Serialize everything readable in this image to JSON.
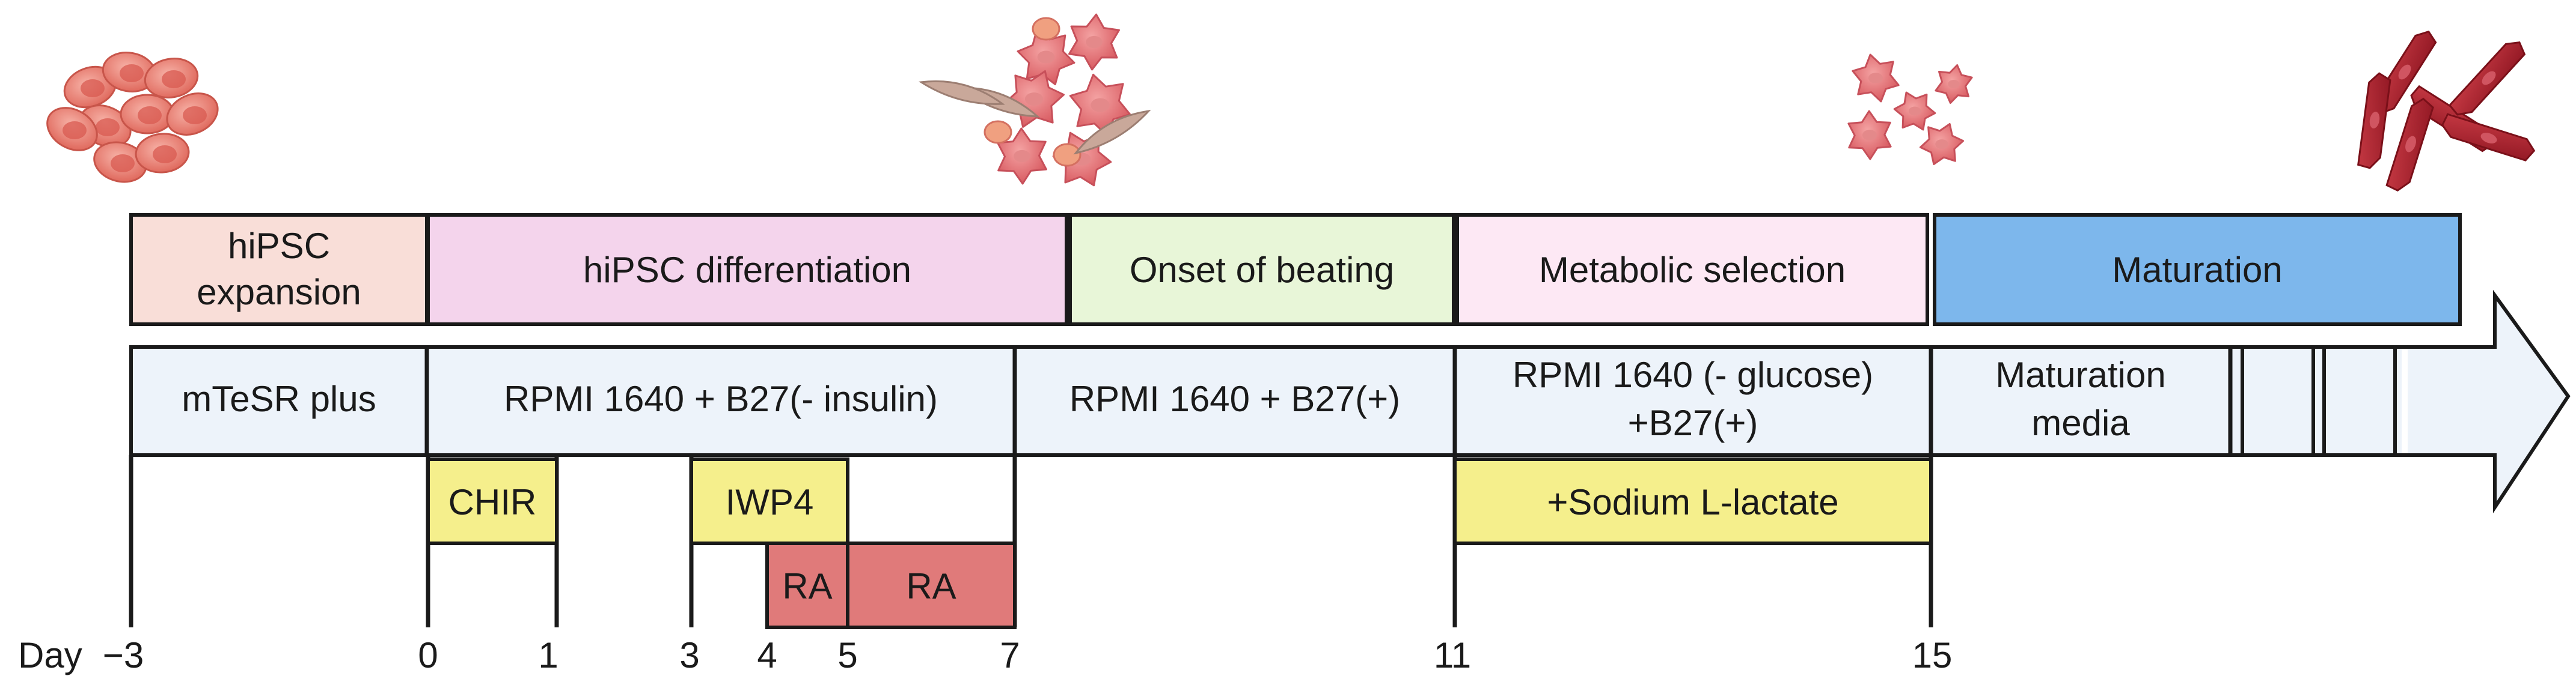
{
  "phases": [
    {
      "lines": [
        "hiPSC",
        "expansion"
      ],
      "color": "#f9ded8"
    },
    {
      "lines": [
        "hiPSC differentiation"
      ],
      "color": "#f4d4ec"
    },
    {
      "lines": [
        "Onset of beating"
      ],
      "color": "#e8f6d8"
    },
    {
      "lines": [
        "Metabolic selection"
      ],
      "color": "#fde8f4"
    },
    {
      "lines": [
        "Maturation"
      ],
      "color": "#7db7ec"
    }
  ],
  "media": [
    {
      "lines": [
        "mTeSR plus"
      ]
    },
    {
      "lines": [
        "RPMI 1640 + B27(- insulin)"
      ]
    },
    {
      "lines": [
        "RPMI 1640 + B27(+)"
      ]
    },
    {
      "lines": [
        "RPMI 1640 (- glucose)",
        "+B27(+)"
      ]
    },
    {
      "lines": [
        "Maturation",
        "media"
      ]
    }
  ],
  "media_color": "#edf3fa",
  "treatments": [
    {
      "label": "CHIR",
      "color": "#f5ef8c"
    },
    {
      "label": "IWP4",
      "color": "#f5ef8c"
    },
    {
      "label": "RA",
      "color": "#e07a7a"
    },
    {
      "label": "RA",
      "color": "#e07a7a"
    },
    {
      "label": "+Sodium L-lactate",
      "color": "#f5ef8c"
    }
  ],
  "day_prefix": "Day",
  "days": [
    "−3",
    "0",
    "1",
    "3",
    "4",
    "5",
    "7",
    "11",
    "15"
  ],
  "cell_icons": [
    "hipsc-cluster",
    "mixed-differentiating-cells",
    "cardiomyocyte-cluster",
    "mature-cardiomyocytes"
  ],
  "cell_colors": {
    "light": "#f08a80",
    "medium": "#e36e6e",
    "fibroblast": "#c9a89a",
    "mature": "#a8202c"
  }
}
